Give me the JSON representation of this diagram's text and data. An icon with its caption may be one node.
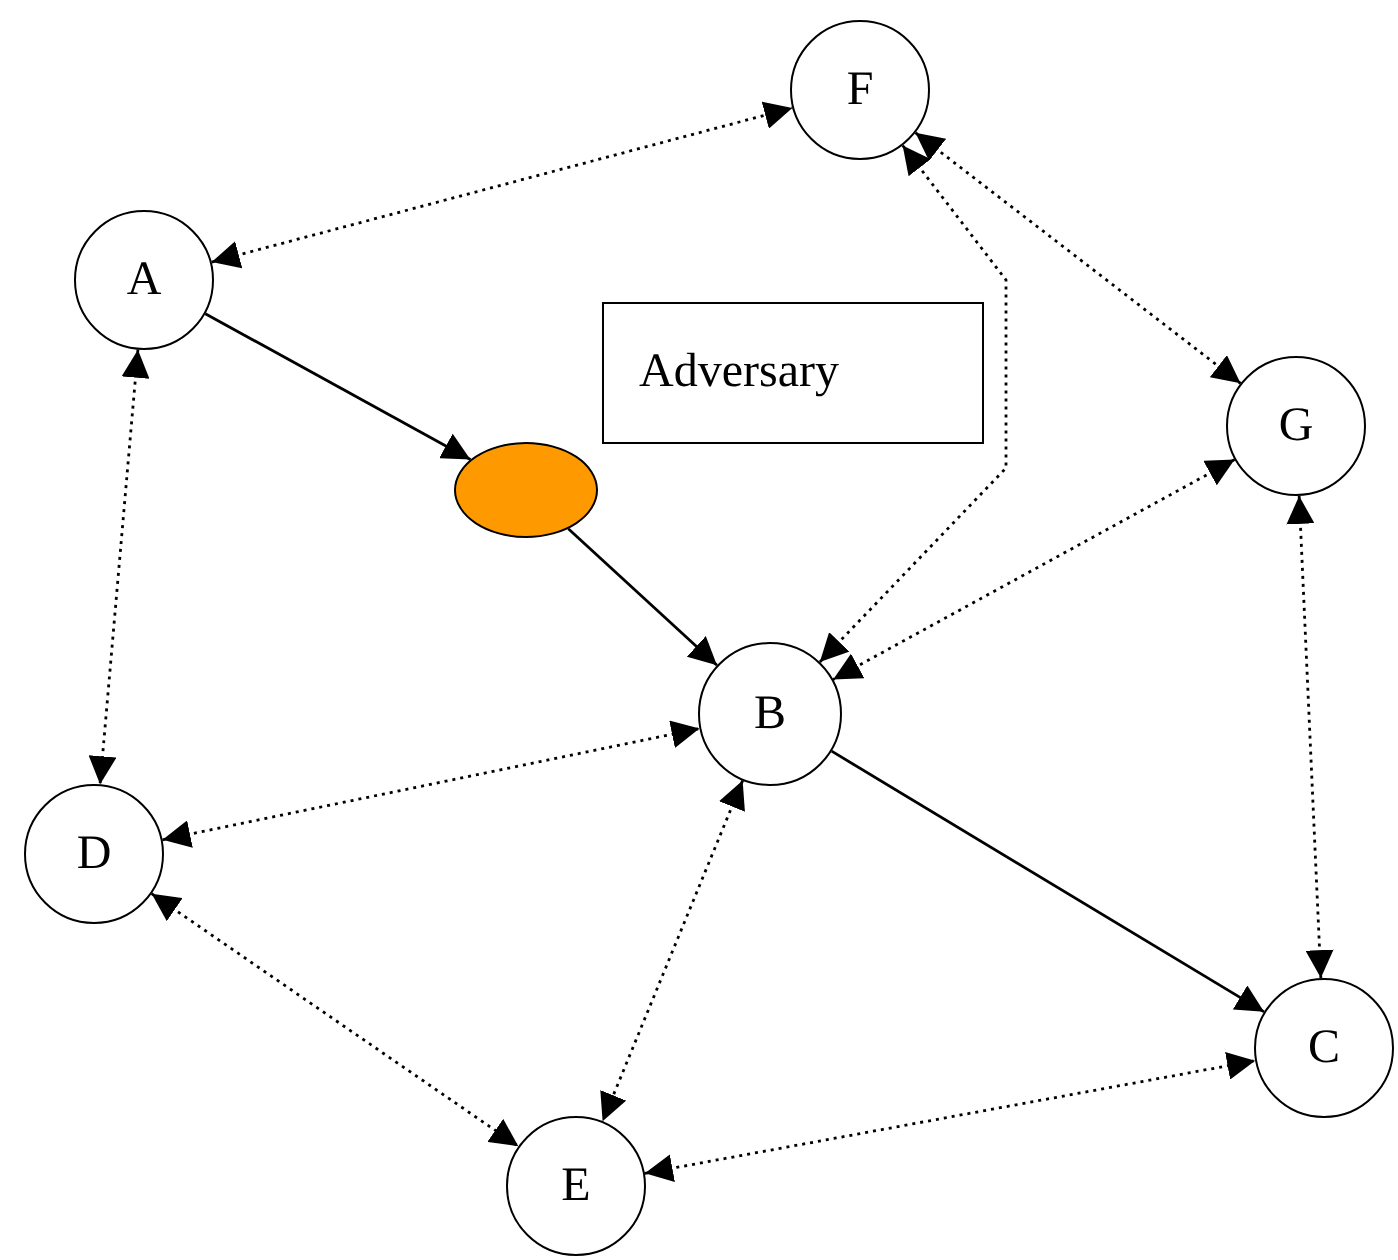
{
  "diagram": {
    "nodes": [
      {
        "text": [
          "F"
        ]
      },
      {
        "text": [
          "A"
        ]
      },
      {
        "text": [
          "Adversary"
        ]
      },
      {
        "text": [
          "G"
        ]
      },
      {
        "text": [],
        "shape": "ellipse"
      },
      {
        "text": [
          "B"
        ]
      },
      {
        "text": [
          "D"
        ]
      },
      {
        "text": [
          "C"
        ]
      },
      {
        "text": [
          "E"
        ]
      }
    ],
    "edges": [
      {
        "from": 1,
        "to": 4,
        "arrow": "to"
      },
      {
        "from": 4,
        "to": 5,
        "arrow": "to"
      },
      {
        "from": 5,
        "to": 7,
        "arrow": "to"
      },
      {
        "from": 1,
        "to": 0,
        "arrow": "both",
        "style": "dashed"
      },
      {
        "from": 0,
        "to": 5,
        "arrow": "both",
        "style": "dashed"
      },
      {
        "from": 0,
        "to": 3,
        "arrow": "both",
        "style": "dashed"
      },
      {
        "from": 3,
        "to": 5,
        "arrow": "both",
        "style": "dashed"
      },
      {
        "from": 1,
        "to": 6,
        "arrow": "both",
        "style": "dashed"
      },
      {
        "from": 6,
        "to": 5,
        "arrow": "both",
        "style": "dashed"
      },
      {
        "from": 5,
        "to": 8,
        "arrow": "both",
        "style": "dashed"
      },
      {
        "from": 6,
        "to": 8,
        "arrow": "both",
        "style": "dashed"
      },
      {
        "from": 8,
        "to": 7,
        "arrow": "both",
        "style": "dashed"
      },
      {
        "from": 3,
        "to": 7,
        "arrow": "both",
        "style": "dashed"
      }
    ]
  }
}
